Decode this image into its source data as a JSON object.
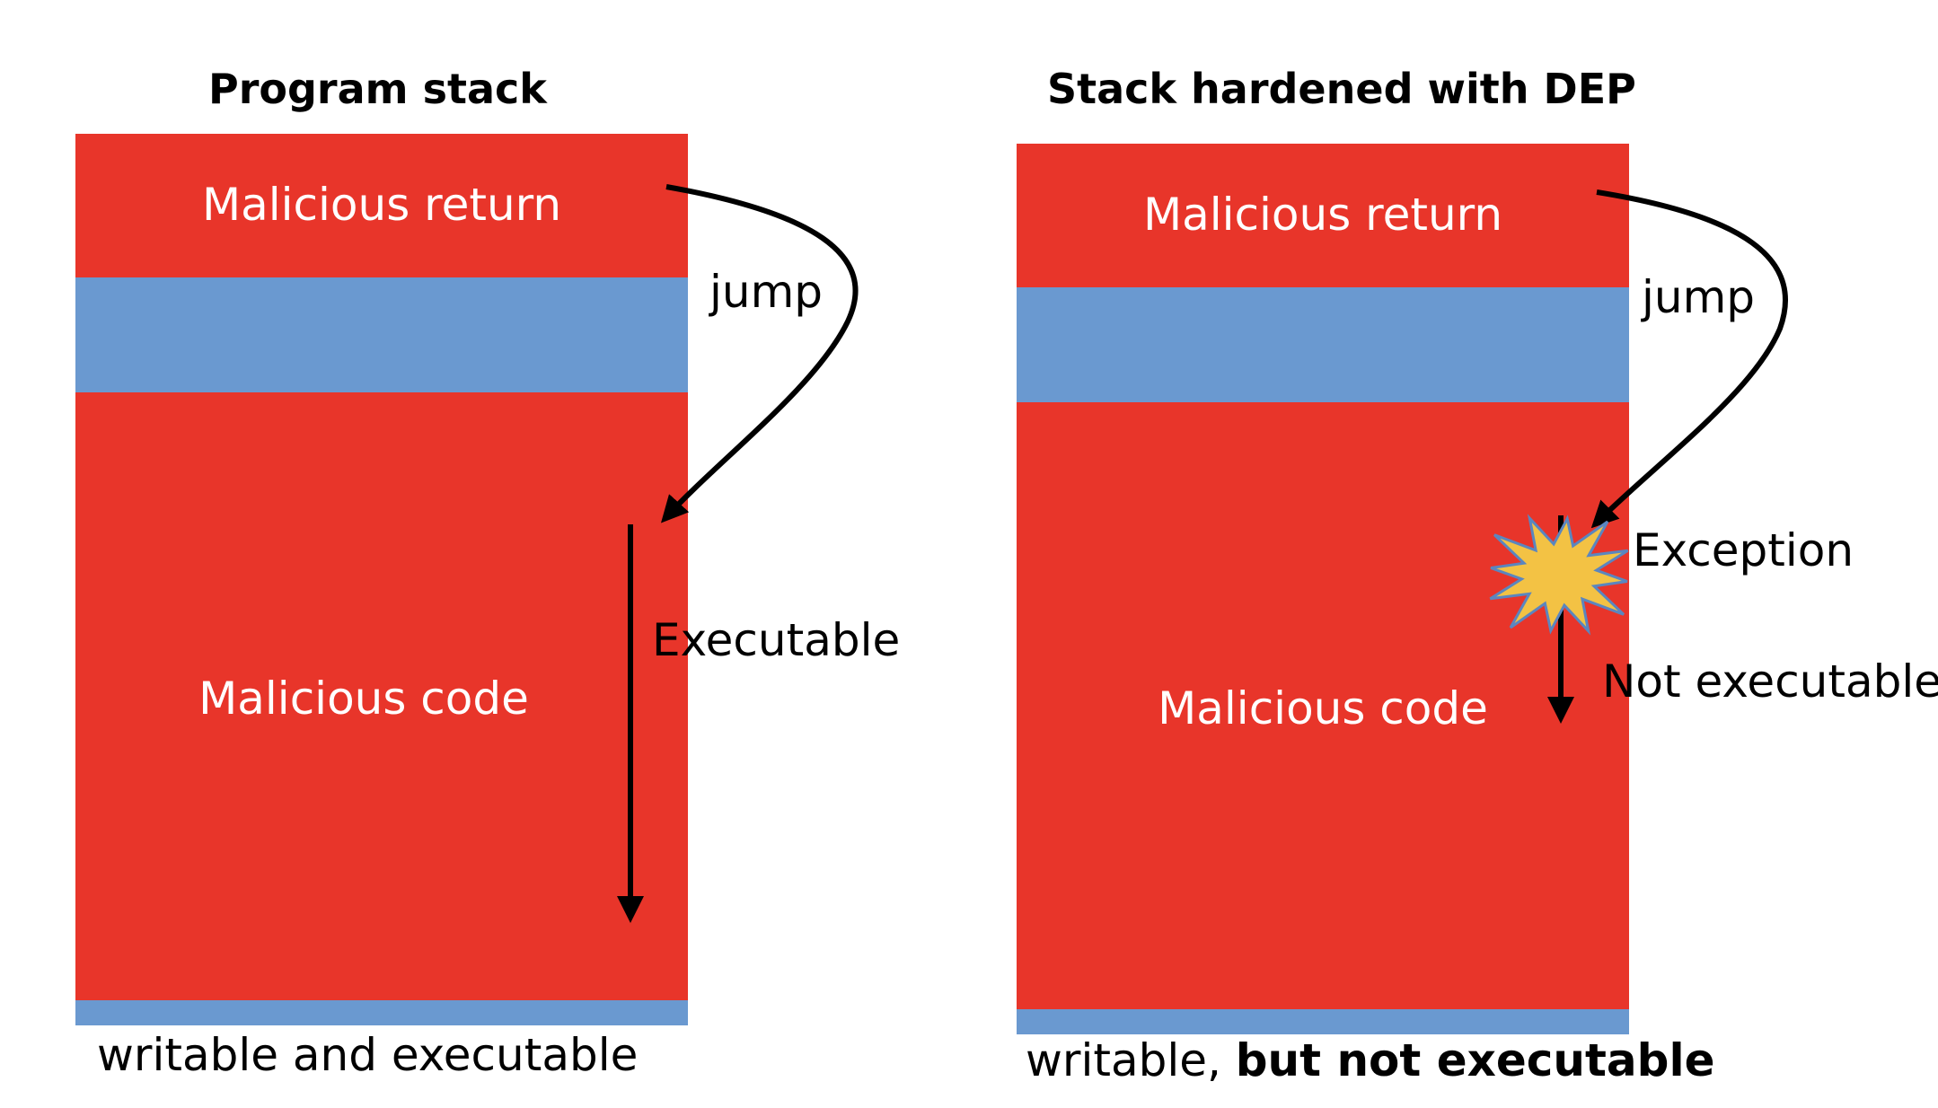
{
  "left_panel": {
    "title": "Program stack",
    "top_block_label": "Malicious return",
    "code_block_label": "Malicious code",
    "jump_label": "jump",
    "exec_label": "Executable",
    "caption": "writable and executable"
  },
  "right_panel": {
    "title": "Stack hardened with DEP",
    "top_block_label": "Malicious return",
    "code_block_label": "Malicious code",
    "jump_label": "jump",
    "exception_label": "Exception",
    "exec_label": "Not executable",
    "caption_plain": "writable, ",
    "caption_bold": "but not executable"
  },
  "colors": {
    "red": "#e8352a",
    "blue": "#6a99d0",
    "burst_fill": "#f3c244",
    "burst_stroke": "#5b86bf"
  }
}
